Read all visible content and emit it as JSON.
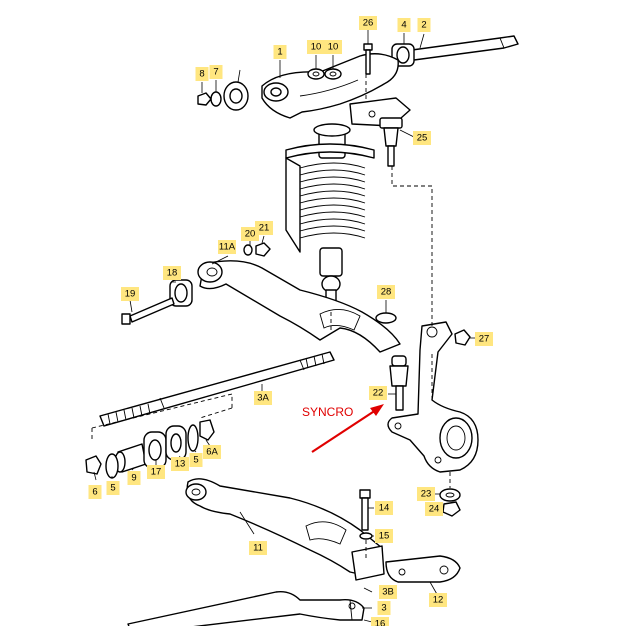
{
  "colors": {
    "label_highlight": "#ffe680",
    "arrow": "#e00000",
    "line": "#000000"
  },
  "annotation": {
    "text": "SYNCRO"
  },
  "callouts": [
    {
      "id": "1",
      "text": "1"
    },
    {
      "id": "2",
      "text": "2"
    },
    {
      "id": "3",
      "text": "3"
    },
    {
      "id": "3A",
      "text": "3A"
    },
    {
      "id": "3B",
      "text": "3B"
    },
    {
      "id": "4",
      "text": "4"
    },
    {
      "id": "5",
      "text": "5"
    },
    {
      "id": "5b",
      "text": "5"
    },
    {
      "id": "6",
      "text": "6"
    },
    {
      "id": "6A",
      "text": "6A"
    },
    {
      "id": "7",
      "text": "7"
    },
    {
      "id": "8",
      "text": "8"
    },
    {
      "id": "9",
      "text": "9"
    },
    {
      "id": "10a",
      "text": "10"
    },
    {
      "id": "10b",
      "text": "10"
    },
    {
      "id": "11",
      "text": "11"
    },
    {
      "id": "11A",
      "text": "11A"
    },
    {
      "id": "12",
      "text": "12"
    },
    {
      "id": "13",
      "text": "13"
    },
    {
      "id": "14",
      "text": "14"
    },
    {
      "id": "15",
      "text": "15"
    },
    {
      "id": "16",
      "text": "16"
    },
    {
      "id": "17",
      "text": "17"
    },
    {
      "id": "18",
      "text": "18"
    },
    {
      "id": "19",
      "text": "19"
    },
    {
      "id": "20",
      "text": "20"
    },
    {
      "id": "21",
      "text": "21"
    },
    {
      "id": "22",
      "text": "22"
    },
    {
      "id": "23",
      "text": "23"
    },
    {
      "id": "24",
      "text": "24"
    },
    {
      "id": "25",
      "text": "25"
    },
    {
      "id": "26",
      "text": "26"
    },
    {
      "id": "27",
      "text": "27"
    },
    {
      "id": "28",
      "text": "28"
    }
  ]
}
